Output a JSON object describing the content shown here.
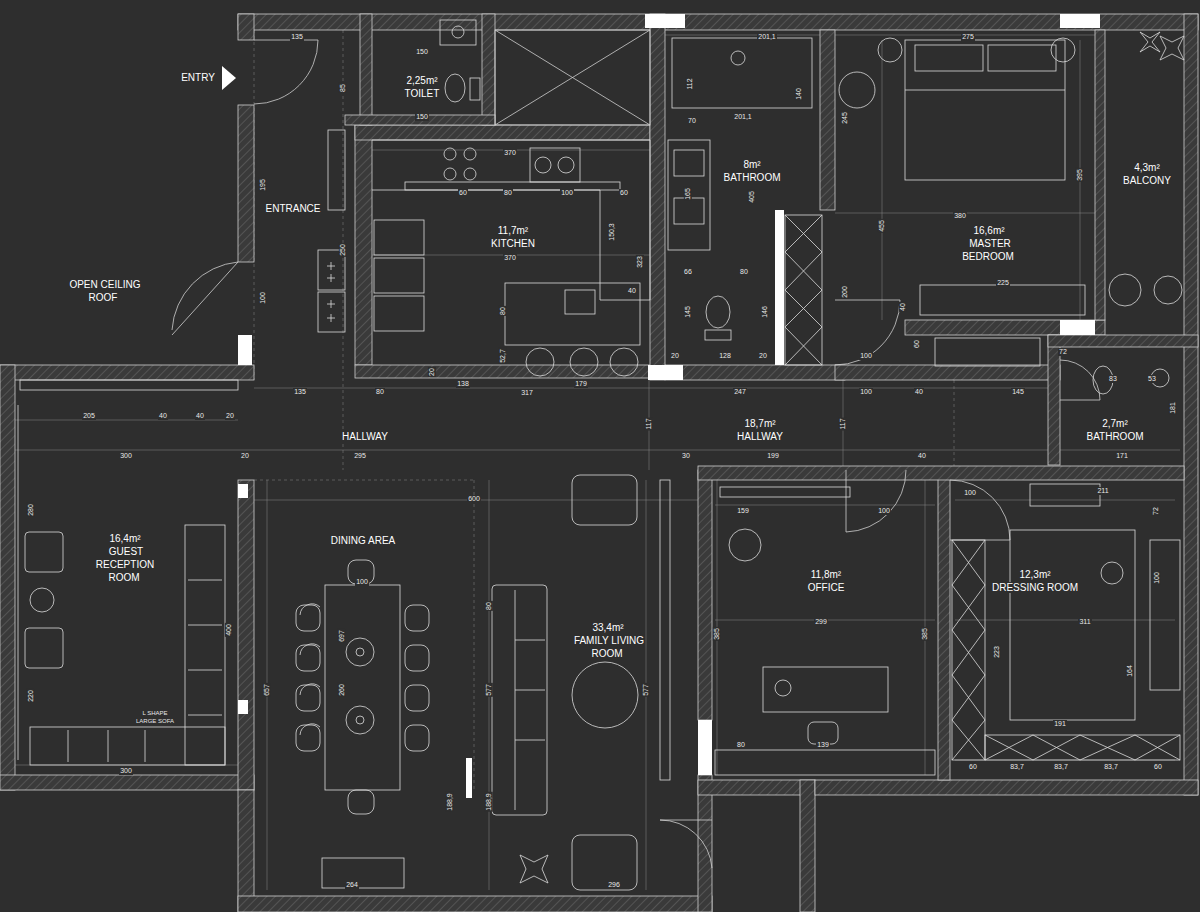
{
  "diagram": {
    "nodes": [
      {
        "text": [
          "2,25m²",
          "TOILET"
        ]
      },
      {
        "text": [
          "11,7m²",
          "KITCHEN"
        ]
      },
      {
        "text": [
          "8m²",
          "BATHROOM"
        ]
      },
      {
        "text": [
          "16,6m²",
          "MASTER BEDROOM"
        ]
      },
      {
        "text": [
          "4,3m²",
          "BALCONY"
        ]
      },
      {
        "text": [
          "ENTRANCE"
        ]
      },
      {
        "text": [
          "OPEN CEILING ROOF"
        ]
      },
      {
        "text": [
          "HALLWAY"
        ]
      },
      {
        "text": [
          "18,7m²",
          "HALLWAY"
        ]
      },
      {
        "text": [
          "2,7m²",
          "BATHROOM"
        ]
      },
      {
        "text": [
          "16,4m²",
          "GUEST RECEPTION ROOM"
        ]
      },
      {
        "text": [
          "DINING AREA"
        ]
      },
      {
        "text": [
          "33,4m²",
          "FAMILY LIVING ROOM"
        ]
      },
      {
        "text": [
          "11,8m²",
          "OFFICE"
        ]
      },
      {
        "text": [
          "12,3m²",
          "DRESSING ROOM"
        ]
      }
    ],
    "labels": [
      "ENTRY",
      "135",
      "150",
      "85",
      "150",
      "201,1",
      "112",
      "140",
      "201,1",
      "275",
      "245",
      "455",
      "395",
      "380",
      "225",
      "370",
      "60",
      "80",
      "100",
      "60",
      "150,3",
      "370",
      "323",
      "40",
      "80",
      "52,7",
      "20",
      "195",
      "250",
      "100",
      "70",
      "165",
      "405",
      "66",
      "80",
      "145",
      "146",
      "20",
      "128",
      "20",
      "200",
      "100",
      "40",
      "60",
      "72",
      "135",
      "80",
      "138",
      "317",
      "179",
      "247",
      "100",
      "40",
      "145",
      "83",
      "53",
      "181",
      "205",
      "40",
      "40",
      "20",
      "117",
      "117",
      "300",
      "20",
      "295",
      "30",
      "199",
      "40",
      "171",
      "600",
      "280",
      "100",
      "400",
      "697",
      "80",
      "657",
      "260",
      "577",
      "577",
      "220",
      "L SHAPE LARGE SOFA",
      "300",
      "188,9",
      "188,9",
      "264",
      "296",
      "159",
      "100",
      "385",
      "299",
      "385",
      "80",
      "139",
      "100",
      "211",
      "72",
      "100",
      "311",
      "223",
      "164",
      "191",
      "60",
      "83,7",
      "83,7",
      "83,7",
      "60"
    ]
  }
}
